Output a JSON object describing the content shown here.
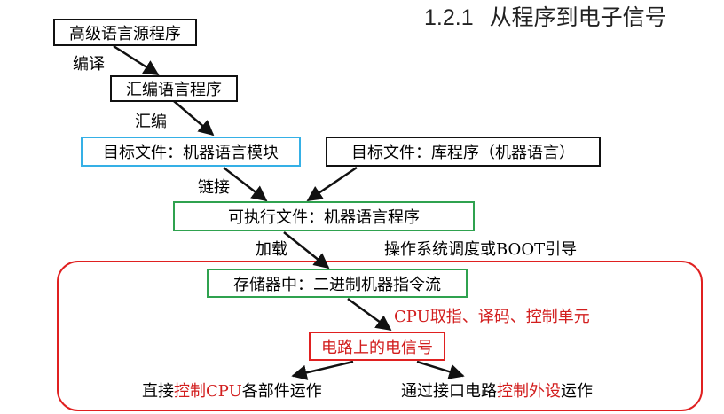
{
  "title": {
    "number": "1.2.1",
    "text": "从程序到电子信号"
  },
  "nodes": {
    "source_program": "高级语言源程序",
    "assembly_program": "汇编语言程序",
    "object_module": "目标文件：机器语言模块",
    "object_library": "目标文件：库程序（机器语言）",
    "executable": "可执行文件：机器语言程序",
    "memory_stream": "存储器中：二进制机器指令流",
    "electric_signal": "电路上的电信号"
  },
  "edges": {
    "compile": "编译",
    "assemble": "汇编",
    "link": "链接",
    "load": "加载",
    "os_boot": "操作系统调度或BOOT引导",
    "cpu_units": "CPU取指、译码、控制单元"
  },
  "outputs": {
    "left": {
      "prefix": "直接",
      "highlight": "控制CPU",
      "suffix": "各部件运作"
    },
    "right": {
      "prefix": "通过接口电路",
      "highlight": "控制外设",
      "suffix": "运作"
    }
  },
  "colors": {
    "red": "#d21e1e",
    "blue_box": "#35b0e6",
    "green_box": "#2fa24f",
    "black": "#111111"
  }
}
